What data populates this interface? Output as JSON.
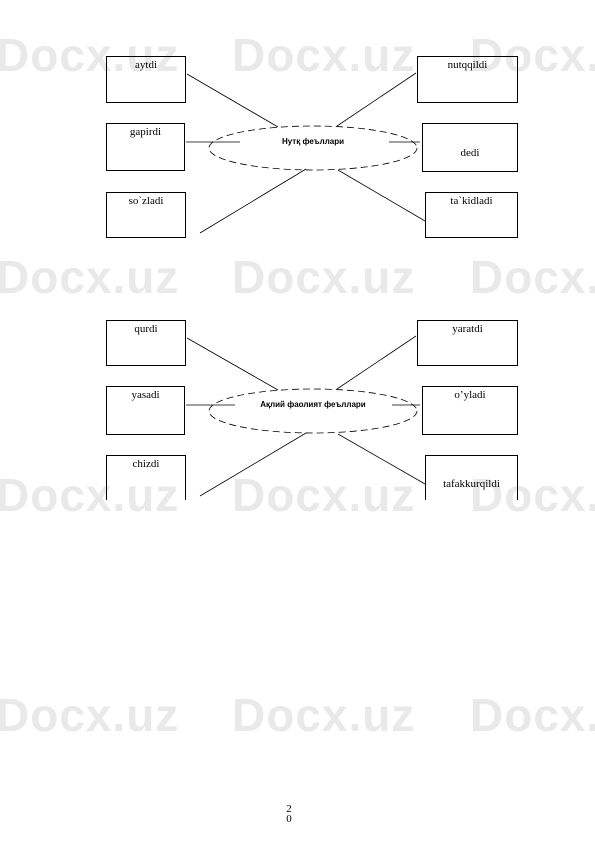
{
  "watermark": "Docx.uz",
  "diagrams": [
    {
      "center": "Нутқ феъллари",
      "boxes": {
        "top_left": "aytdi",
        "mid_left": "gapirdi",
        "bottom_left": "so`zladi",
        "top_right": "nutqqildi",
        "mid_right": "dedi",
        "bottom_right": "ta`kidladi"
      }
    },
    {
      "center": "Ақлий фаолият феъллари",
      "boxes": {
        "top_left": "qurdi",
        "mid_left": "yasadi",
        "bottom_left": "chizdi",
        "top_right": "yaratdi",
        "mid_right": "o’yladi",
        "bottom_right": "tafakkurqildi"
      }
    }
  ],
  "page_number": [
    "2",
    "0"
  ]
}
